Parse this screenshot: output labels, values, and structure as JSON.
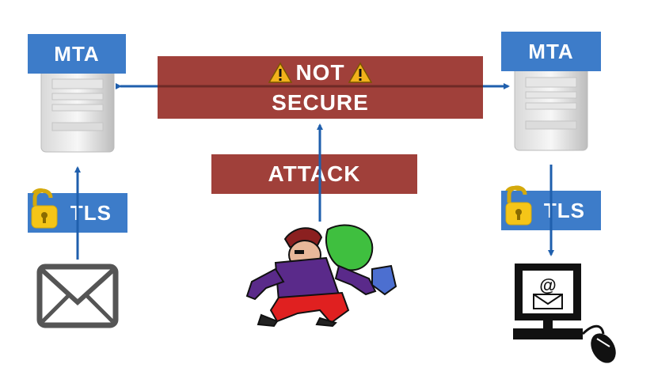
{
  "diagram": {
    "left_server_label": "MTA",
    "right_server_label": "MTA",
    "channel_warning": "NOT",
    "channel_status": "SECURE",
    "attack_label": "ATTACK",
    "left_tls_label": "TLS",
    "right_tls_label": "TLS",
    "email_symbol": "@"
  },
  "colors": {
    "label_blue": "#3d7cc9",
    "alert_red": "#a0403a",
    "arrow_blue": "#1f5fad",
    "lock_yellow": "#f5c518",
    "warning_yellow": "#f2b21b"
  },
  "icons": [
    "server-icon",
    "envelope-icon",
    "padlock-open-icon",
    "warning-icon",
    "computer-icon",
    "mouse-icon",
    "attacker-figure"
  ]
}
